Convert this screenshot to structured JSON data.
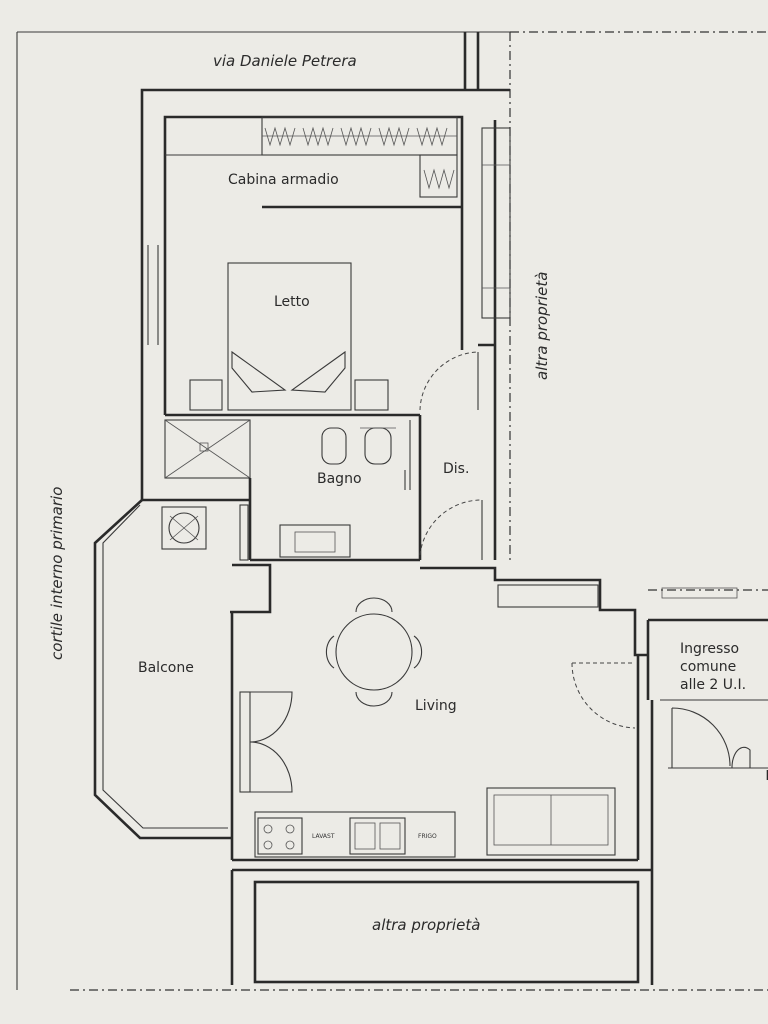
{
  "labels": {
    "street": "via Daniele Petrera",
    "wardrobe": "Cabina armadio",
    "bed": "Letto",
    "bath": "Bagno",
    "dis": "Dis.",
    "balcony": "Balcone",
    "living": "Living",
    "entry_1": "Ingresso",
    "entry_2": "comune",
    "entry_3": "alle 2 U.I.",
    "other_side": "altra proprietà",
    "other_bottom": "altra proprietà",
    "courtyard": "cortile interno primario",
    "sink": "LAVAST",
    "fridge": "FRIGO"
  }
}
